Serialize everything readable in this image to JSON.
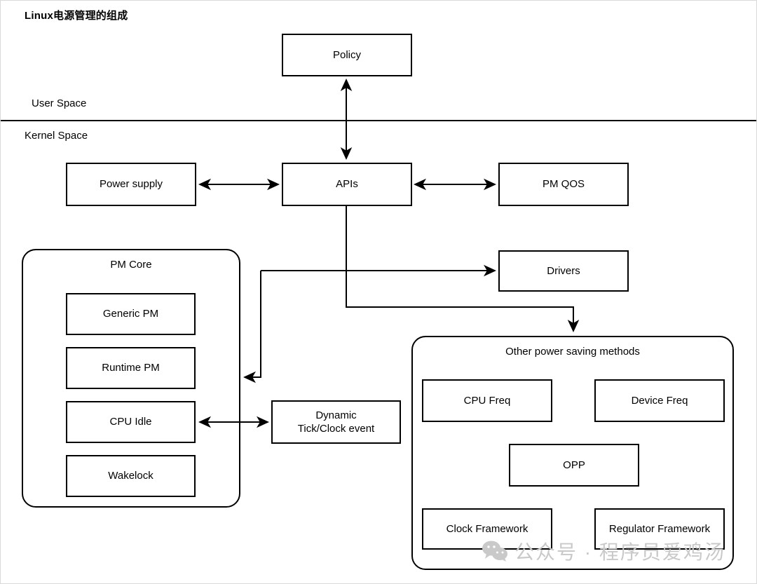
{
  "page": {
    "title": "Linux电源管理的组成",
    "background": "#ffffff",
    "line_color": "#000000",
    "watermark_color": "#c9c9c9"
  },
  "zones": [
    {
      "label": "User Space"
    },
    {
      "label": "Kernel Space"
    }
  ],
  "nodes": {
    "policy": "Policy",
    "apis": "APIs",
    "power_supply": "Power supply",
    "pm_qos": "PM QOS",
    "drivers": "Drivers",
    "dynamic_tick_line1": "Dynamic",
    "dynamic_tick_line2": "Tick/Clock event"
  },
  "pm_core": {
    "title": "PM Core",
    "items": [
      {
        "label": "Generic PM"
      },
      {
        "label": "Runtime PM"
      },
      {
        "label": "CPU Idle"
      },
      {
        "label": "Wakelock"
      }
    ]
  },
  "other_power_saving": {
    "title": "Other power saving methods",
    "items": [
      {
        "label": "CPU Freq"
      },
      {
        "label": "Device Freq"
      },
      {
        "label": "OPP"
      },
      {
        "label": "Clock Framework"
      },
      {
        "label": "Regulator Framework"
      }
    ]
  },
  "watermark": {
    "icon": "wechat-icon",
    "text": "公众号 · 程序员爱鸡汤"
  }
}
